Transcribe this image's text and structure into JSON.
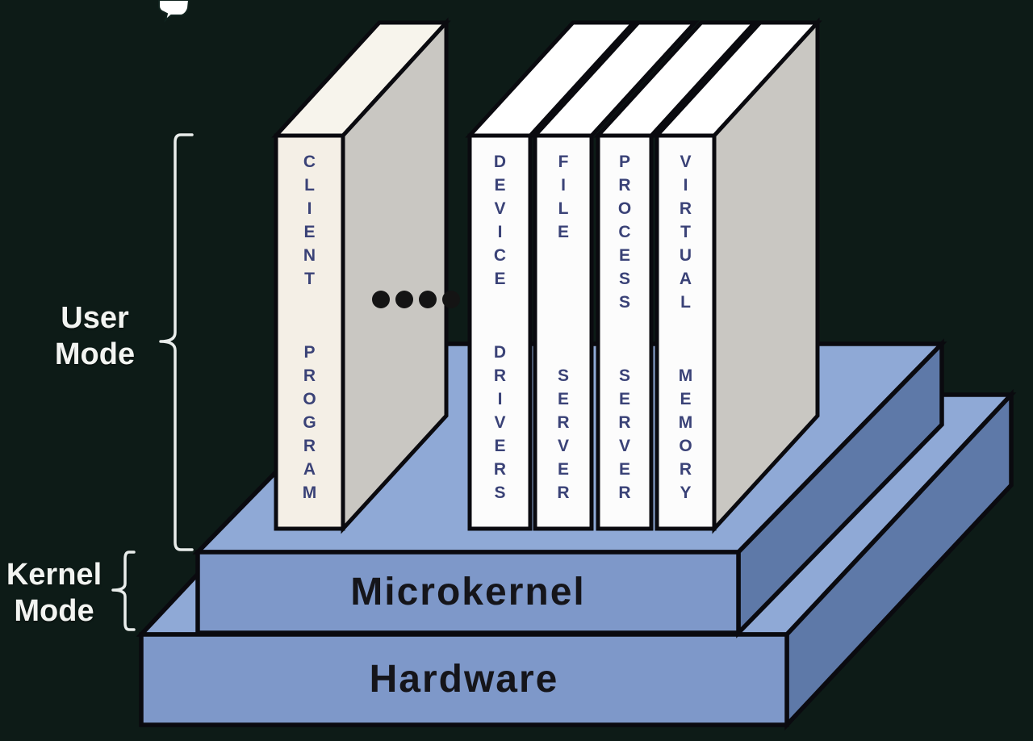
{
  "diagram": {
    "modes": {
      "user": {
        "line1": "User",
        "line2": "Mode"
      },
      "kernel": {
        "line1": "Kernel",
        "line2": "Mode"
      }
    },
    "slabs": {
      "client": {
        "label": "CLIENT PROGRAM"
      },
      "device": {
        "label": "DEVICE DRIVERS"
      },
      "file": {
        "label": "FILE SERVER"
      },
      "process": {
        "label": "PROCESS SERVER"
      },
      "virtual": {
        "label": "VIRTUAL MEMORY"
      }
    },
    "platforms": {
      "microkernel": {
        "label": "Microkernel"
      },
      "hardware": {
        "label": "Hardware"
      }
    },
    "ellipsis": {
      "count": 4
    },
    "icons": {
      "cursor": "hand-cursor",
      "ellipsis": "four-dots"
    },
    "colors": {
      "background": "#0D1B17",
      "platform_front": "#7E98C9",
      "platform_top": "#8FA9D6",
      "platform_side": "#5E79A8",
      "slab_white_front": "#FCFCFC",
      "slab_white_top": "#FFFFFF",
      "slab_cream_front": "#F4EFE6",
      "slab_cream_top": "#F7F4EC",
      "slab_gray_side": "#C9C7C2",
      "outline": "#0A0A0F",
      "letter_navy": "#3A4277",
      "platform_text": "#15151A",
      "mode_text": "#F2F4F1",
      "brace": "#E9EDEB",
      "dot": "#141414",
      "cursor": "#FFFFFF"
    }
  }
}
